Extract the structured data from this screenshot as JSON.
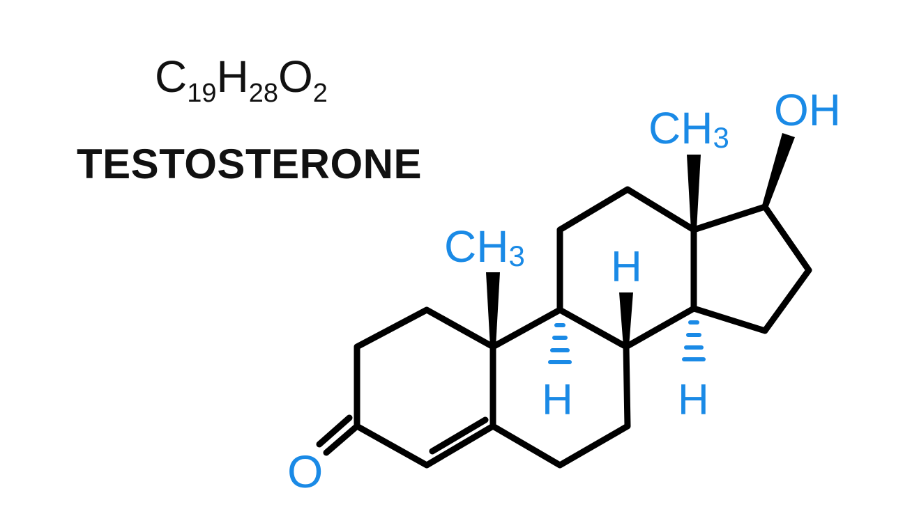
{
  "formula": {
    "c": "C",
    "c_count": "19",
    "h": "H",
    "h_count": "28",
    "o": "O",
    "o_count": "2"
  },
  "name": "TESTOSTERONE",
  "labels": {
    "ch3_a": "CH",
    "ch3_a_sub": "3",
    "ch3_b": "CH",
    "ch3_b_sub": "3",
    "oh": "OH",
    "o": "O",
    "h_c8": "H",
    "h_c9": "H",
    "h_c14": "H"
  },
  "colors": {
    "bond": "#000000",
    "atom_label": "#1a8ae6",
    "text": "#111111"
  }
}
